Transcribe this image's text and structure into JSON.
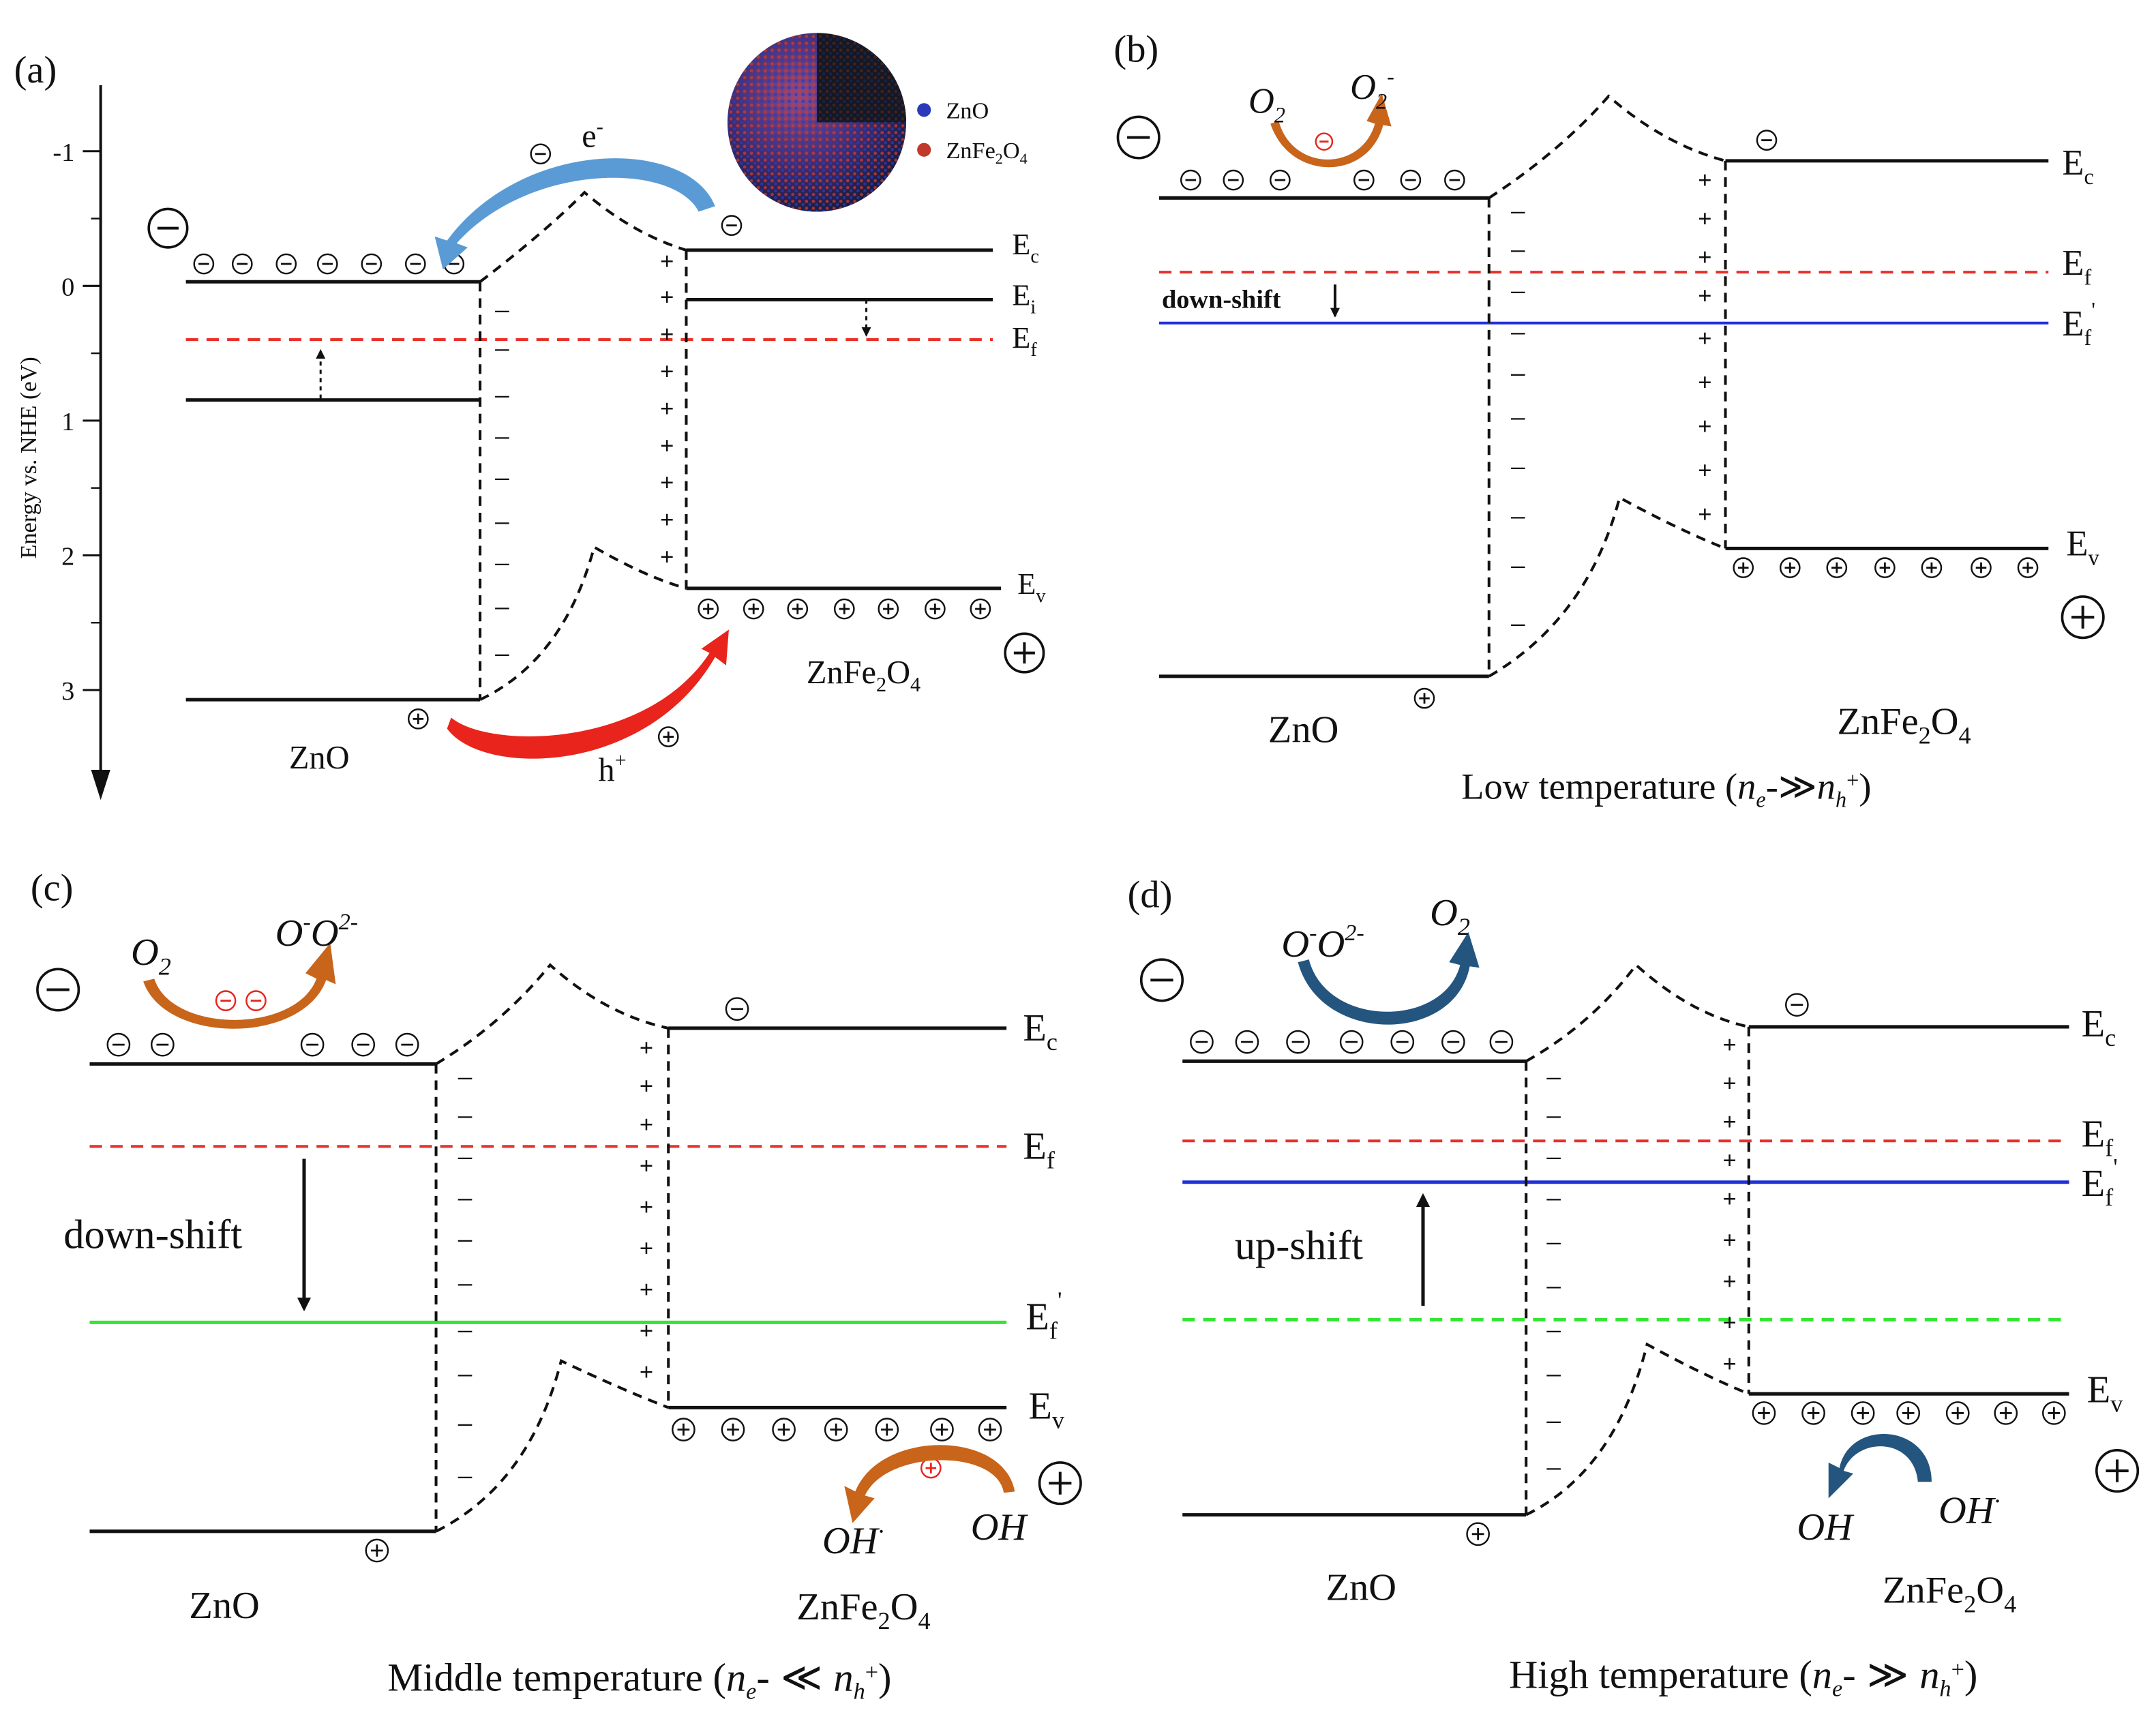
{
  "colors": {
    "black": "#111111",
    "fermi_red": "#e8312a",
    "fermi_blue": "#2230d8",
    "fermi_green": "#33e633",
    "arrow_blue": "#5b9bd5",
    "arrow_red": "#e8241c",
    "arrow_orange": "#c8651b",
    "arrow_navy": "#24557f",
    "sphere_blue": "#2a3ab8",
    "sphere_red": "#c0392b"
  },
  "symbols": {
    "minus": "−",
    "plus": "+"
  },
  "panel_a": {
    "label": "(a)",
    "y_axis_label": "Energy vs. NHE (eV)",
    "ticks": [
      "-1",
      "0",
      "1",
      "2",
      "3"
    ],
    "electron": "e",
    "electron_sup": "-",
    "hole": "h",
    "hole_sup": "+",
    "ec": "E",
    "ec_sub": "c",
    "ei": "E",
    "ei_sub": "i",
    "ef": "E",
    "ef_sub": "f",
    "ev": "E",
    "ev_sub": "v",
    "left_material": "ZnO",
    "right_material_parts": [
      "ZnFe",
      "2",
      "O",
      "4"
    ],
    "legend": [
      {
        "label": "ZnO",
        "color": "#2a3ab8"
      },
      {
        "label_parts": [
          "ZnFe",
          "2",
          "O",
          "4"
        ],
        "color": "#c0392b"
      }
    ]
  },
  "panel_b": {
    "label": "(b)",
    "o2": "O",
    "o2_sub": "2",
    "o2m": "O",
    "o2m_sub": "2",
    "o2m_sup": "-",
    "shift_label": "down-shift",
    "ec": "E",
    "ec_sub": "c",
    "ef": "E",
    "ef_sub": "f",
    "efp": "E",
    "efp_sub": "f",
    "efp_sup": "'",
    "ev": "E",
    "ev_sub": "v",
    "left_material": "ZnO",
    "right_material_parts": [
      "ZnFe",
      "2",
      "O",
      "4"
    ],
    "caption": "Low temperature (",
    "cond_a": "n",
    "cond_a_sub": "e",
    "cond_a_sup": "-",
    "cond_rel": "≫",
    "cond_b": "n",
    "cond_b_sub": "h",
    "cond_b_sup": "+",
    "caption_end": ")"
  },
  "panel_c": {
    "label": "(c)",
    "o2": "O",
    "o2_sub": "2",
    "ox": "O",
    "ox_sup": "-",
    "ox2": "O",
    "ox2_sup": "2-",
    "shift_label": "down-shift",
    "ec": "E",
    "ec_sub": "c",
    "ef": "E",
    "ef_sub": "f",
    "efp": "E",
    "efp_sub": "f",
    "efp_sup": "'",
    "ev": "E",
    "ev_sub": "v",
    "oh_rad": "OH",
    "oh_rad_sup": "·",
    "oh": "OH",
    "left_material": "ZnO",
    "right_material_parts": [
      "ZnFe",
      "2",
      "O",
      "4"
    ],
    "caption": "Middle temperature (",
    "cond_a": "n",
    "cond_a_sub": "e",
    "cond_a_sup": "-",
    "cond_rel": "≪",
    "cond_b": "n",
    "cond_b_sub": "h",
    "cond_b_sup": "+",
    "caption_end": ")"
  },
  "panel_d": {
    "label": "(d)",
    "ox": "O",
    "ox_sup": "-",
    "ox2": "O",
    "ox2_sup": "2-",
    "o2": "O",
    "o2_sub": "2",
    "shift_label": "up-shift",
    "ec": "E",
    "ec_sub": "c",
    "ef": "E",
    "ef_sub": "f",
    "efp": "E",
    "efp_sub": "f",
    "efp_sup": "'",
    "ev": "E",
    "ev_sub": "v",
    "oh": "OH",
    "oh_rad": "OH",
    "oh_rad_sup": "·",
    "left_material": "ZnO",
    "right_material_parts": [
      "ZnFe",
      "2",
      "O",
      "4"
    ],
    "caption": "High temperature (",
    "cond_a": "n",
    "cond_a_sub": "e",
    "cond_a_sup": "-",
    "cond_rel": "≫",
    "cond_b": "n",
    "cond_b_sub": "h",
    "cond_b_sup": "+",
    "caption_end": ")"
  }
}
